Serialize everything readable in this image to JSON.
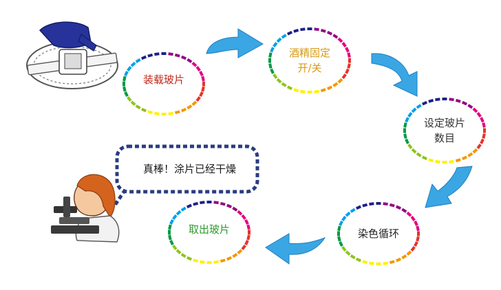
{
  "steps": [
    {
      "id": "load",
      "label": "装载玻片",
      "color": "#c0281c"
    },
    {
      "id": "fix",
      "label": "酒精固定\n开/关",
      "color": "#d89a14"
    },
    {
      "id": "set",
      "label": "设定玻片\n数目",
      "color": "#333333"
    },
    {
      "id": "stain",
      "label": "染色循环",
      "color": "#222222"
    },
    {
      "id": "remove",
      "label": "取出玻片",
      "color": "#2d9a2d"
    }
  ],
  "bubble": {
    "text": "真棒！涂片已经干燥"
  },
  "colors": {
    "arrow": "#3aa6e4",
    "arrow_dark": "#1f7fc1",
    "bubble_dots": "#2a3c80",
    "ring": [
      "#e6332a",
      "#f39800",
      "#fff100",
      "#8fc31f",
      "#009944",
      "#00a0e9",
      "#1d2088",
      "#920783",
      "#e4007f"
    ]
  }
}
